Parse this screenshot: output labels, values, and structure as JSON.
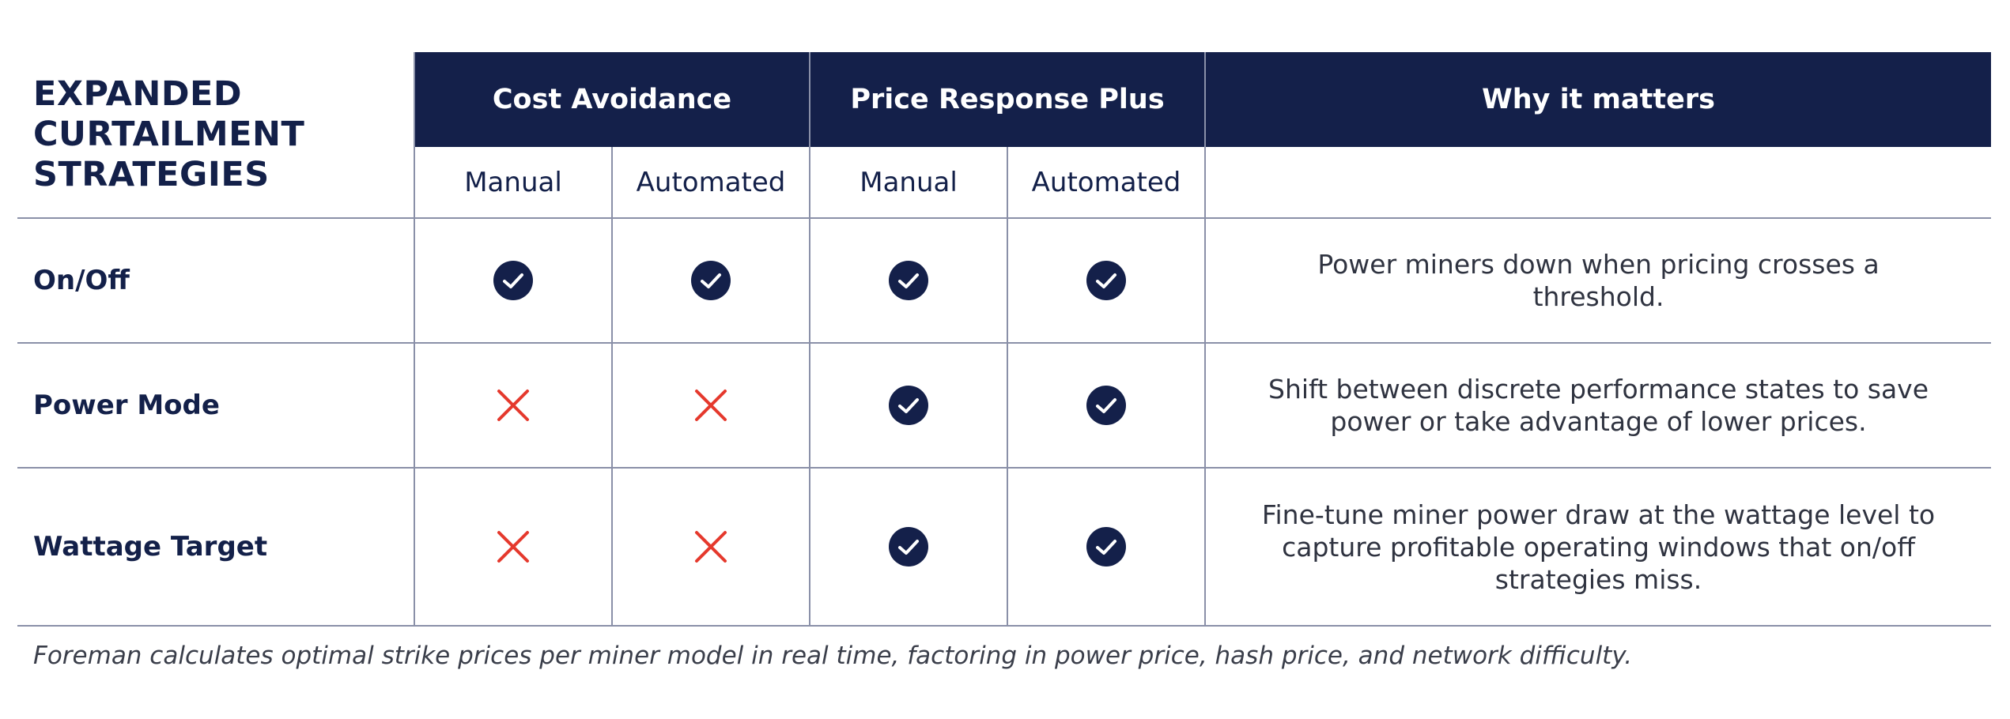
{
  "title": "EXPANDED\nCURTAILMENT\nSTRATEGIES",
  "groups": [
    {
      "label": "Cost Avoidance"
    },
    {
      "label": "Price Response Plus"
    },
    {
      "label": "Why it matters"
    }
  ],
  "subheaders": [
    "Manual",
    "Automated",
    "Manual",
    "Automated"
  ],
  "rows": [
    {
      "label": "On/Off",
      "support": [
        true,
        true,
        true,
        true
      ],
      "why": "Power miners down when pricing crosses a threshold."
    },
    {
      "label": "Power Mode",
      "support": [
        false,
        false,
        true,
        true
      ],
      "why": "Shift between discrete performance states to save power or take advantage of lower prices."
    },
    {
      "label": "Wattage Target",
      "support": [
        false,
        false,
        true,
        true
      ],
      "why": "Fine-tune miner power draw at the wattage level to capture profitable operating windows that on/off strategies miss."
    }
  ],
  "footnote": "Foreman calculates optimal strike prices per miner model in real time, factoring in power price, hash price, and network difficulty.",
  "colors": {
    "navy": "#14204a",
    "check": "#14204a",
    "cross": "#e5392d",
    "divider": "#8a90a8"
  },
  "icons": {
    "supported": "check-circle-icon",
    "unsupported": "cross-icon"
  }
}
